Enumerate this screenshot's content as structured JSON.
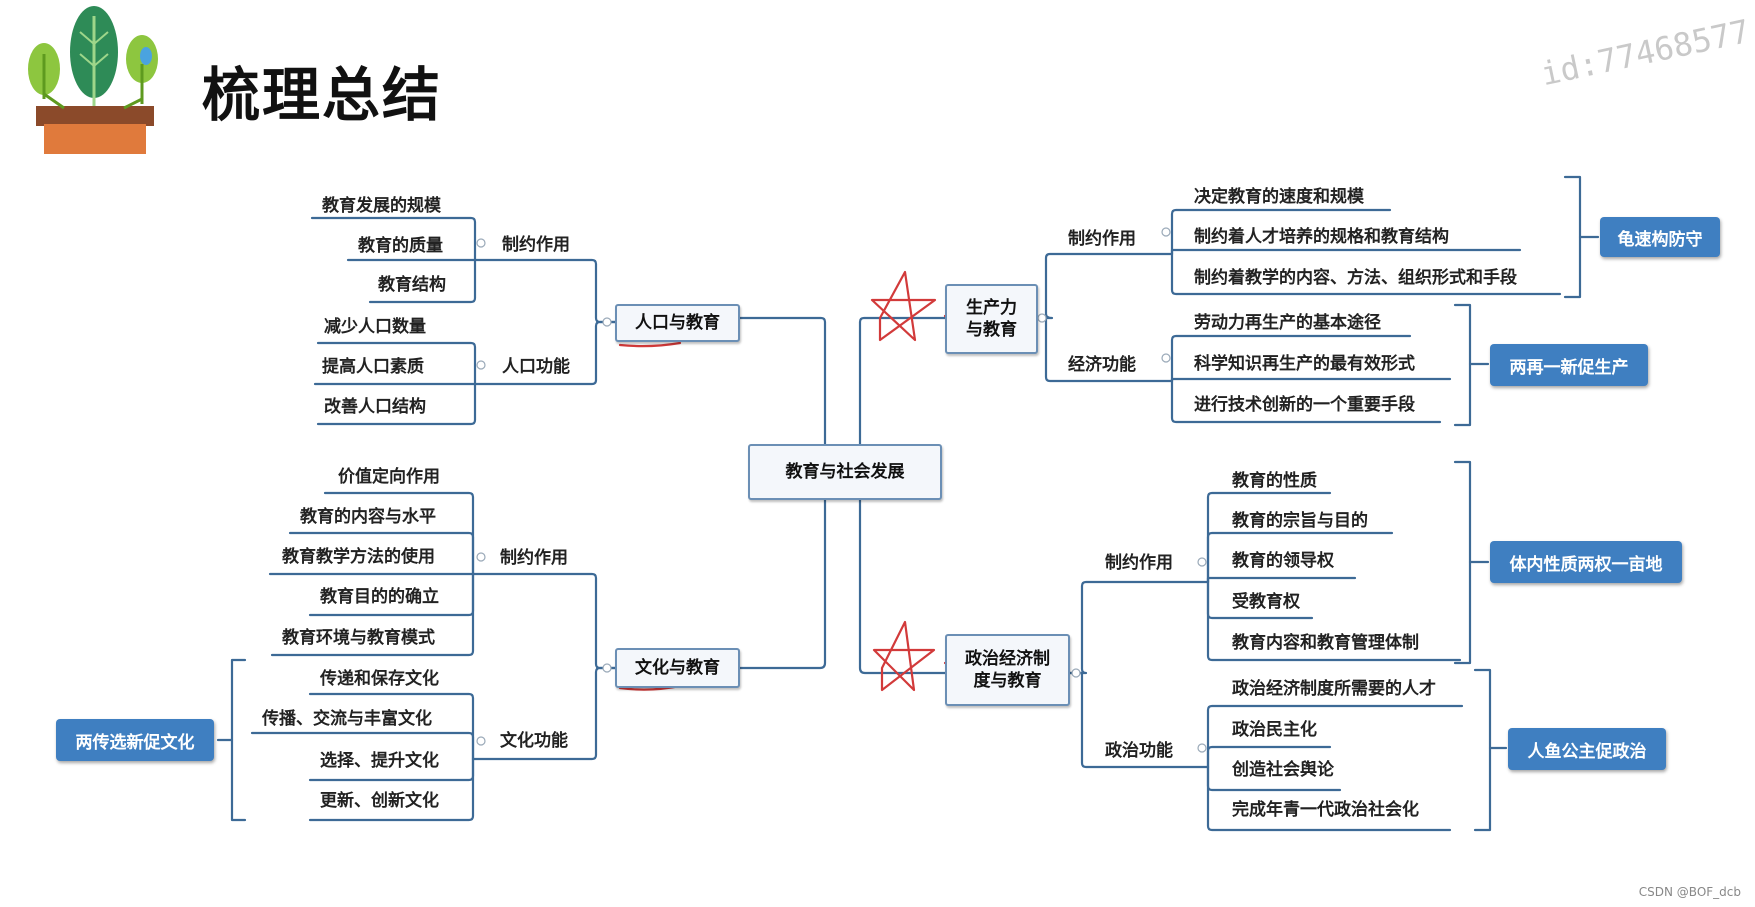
{
  "header": {
    "title": "梳理总结",
    "icon": "plant-pot-icon"
  },
  "watermark": "id:77468577",
  "footer": "CSDN @BOF_dcb",
  "center": {
    "label": "教育与社会发展"
  },
  "population": {
    "label": "人口与教育",
    "constraint": {
      "label": "制约作用",
      "items": [
        "教育发展的规模",
        "教育的质量",
        "教育结构"
      ]
    },
    "function": {
      "label": "人口功能",
      "items": [
        "减少人口数量",
        "提高人口素质",
        "改善人口结构"
      ]
    }
  },
  "culture": {
    "label": "文化与教育",
    "constraint": {
      "label": "制约作用",
      "items": [
        "价值定向作用",
        "教育的内容与水平",
        "教育教学方法的使用",
        "教育目的的确立",
        "教育环境与教育模式"
      ]
    },
    "function": {
      "label": "文化功能",
      "items": [
        "传递和保存文化",
        "传播、交流与丰富文化",
        "选择、提升文化",
        "更新、创新文化"
      ]
    },
    "mnemonic": "两传选新促文化"
  },
  "productivity": {
    "label_line1": "生产力",
    "label_line2": "与教育",
    "constraint": {
      "label": "制约作用",
      "items": [
        "决定教育的速度和规模",
        "制约着人才培养的规格和教育结构",
        "制约着教学的内容、方法、组织形式和手段"
      ],
      "mnemonic": "龟速构防守"
    },
    "function": {
      "label": "经济功能",
      "items": [
        "劳动力再生产的基本途径",
        "科学知识再生产的最有效形式",
        "进行技术创新的一个重要手段"
      ],
      "mnemonic": "两再一新促生产"
    }
  },
  "political": {
    "label_line1": "政治经济制",
    "label_line2": "度与教育",
    "constraint": {
      "label": "制约作用",
      "items": [
        "教育的性质",
        "教育的宗旨与目的",
        "教育的领导权",
        "受教育权",
        "教育内容和教育管理体制"
      ],
      "mnemonic": "体内性质两权一亩地"
    },
    "function": {
      "label": "政治功能",
      "items": [
        "政治经济制度所需要的人才",
        "政治民主化",
        "创造社会舆论",
        "完成年青一代政治社会化"
      ],
      "mnemonic": "人鱼公主促政治"
    }
  },
  "colors": {
    "line": "#3d6a96",
    "node_border": "#6b8fb5",
    "tag": "#3f7fc1",
    "annotation": "#d23a3a"
  }
}
